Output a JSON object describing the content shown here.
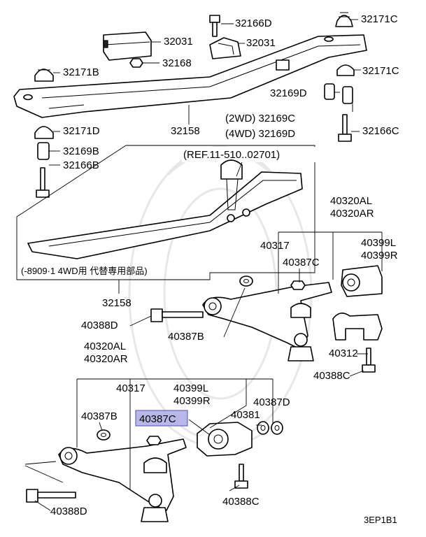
{
  "diagram": {
    "footer_code": "3EP1B1",
    "inset_ref": "(REF.11-510..02701)",
    "inset_note": "(-8909·1   4WD用  代替専用部品)",
    "labels": {
      "p32166D": "32166D",
      "p32171C_top": "32171C",
      "p32031_a": "32031",
      "p32031_b": "32031",
      "p32168": "32168",
      "p32171B": "32171B",
      "p32171C_right": "32171C",
      "p32169D": "32169D",
      "p32158_top": "32158",
      "p32169C_2wd": "(2WD) 32169C",
      "p32169D_4wd": "(4WD) 32169D",
      "p32171D": "32171D",
      "p32166C": "32166C",
      "p32169B": "32169B",
      "p32166B": "32166B",
      "p32158_inset": "32158",
      "p40320AL_top": "40320AL",
      "p40320AR_top": "40320AR",
      "p40317_top": "40317",
      "p40399L_top": "40399L",
      "p40399R_top": "40399R",
      "p40387C_top": "40387C",
      "p40388D_top": "40388D",
      "p40387B_top": "40387B",
      "p40312": "40312",
      "p40388C_top": "40388C",
      "p40320AL_bot": "40320AL",
      "p40320AR_bot": "40320AR",
      "p40317_bot": "40317",
      "p40399L_bot": "40399L",
      "p40399R_bot": "40399R",
      "p40387C_bot": "40387C",
      "p40387D": "40387D",
      "p40387B_bot": "40387B",
      "p40381": "40381",
      "p40388C_bot": "40388C",
      "p40388D_bot": "40388D"
    },
    "highlight_color": "#b8b8e8"
  }
}
